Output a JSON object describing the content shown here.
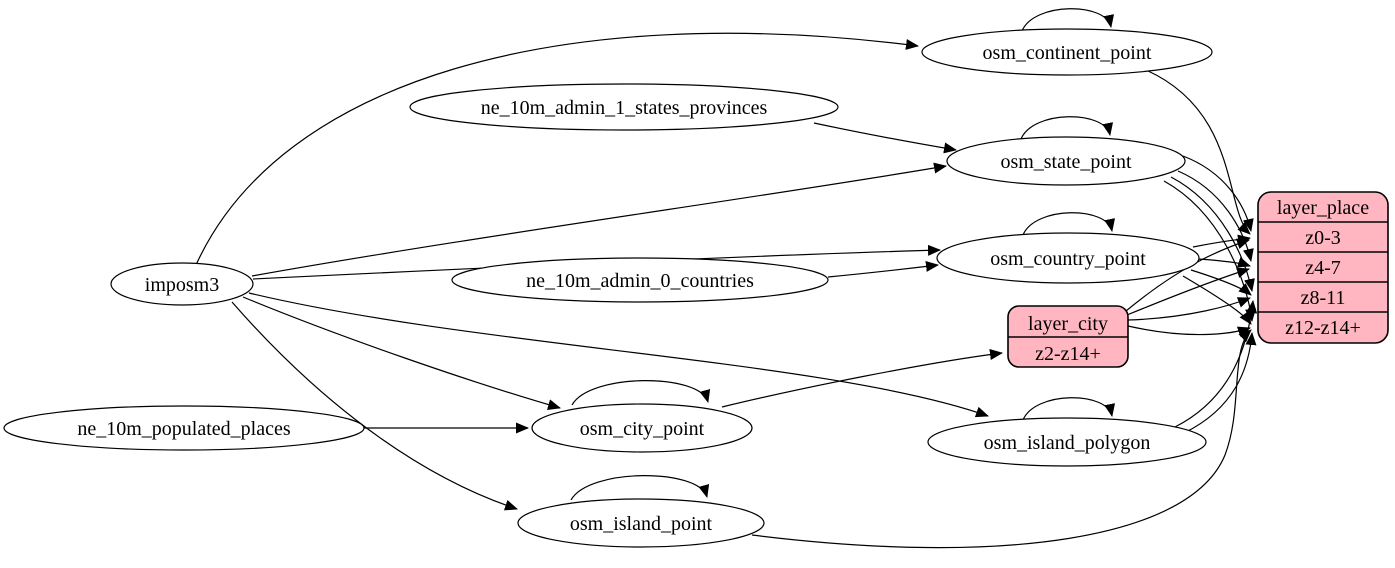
{
  "diagram_type": "graphviz-etl-graph",
  "colors": {
    "background": "#ffffff",
    "record_fill": "#ffb6c1",
    "ellipse_fill": "#ffffff",
    "edge_stroke": "#000000",
    "text": "#000000"
  },
  "nodes": {
    "imposm3": {
      "label": "imposm3",
      "shape": "ellipse"
    },
    "ne_10m_admin_1_states_provinces": {
      "label": "ne_10m_admin_1_states_provinces",
      "shape": "ellipse"
    },
    "ne_10m_admin_0_countries": {
      "label": "ne_10m_admin_0_countries",
      "shape": "ellipse"
    },
    "ne_10m_populated_places": {
      "label": "ne_10m_populated_places",
      "shape": "ellipse"
    },
    "osm_continent_point": {
      "label": "osm_continent_point",
      "shape": "ellipse"
    },
    "osm_state_point": {
      "label": "osm_state_point",
      "shape": "ellipse"
    },
    "osm_country_point": {
      "label": "osm_country_point",
      "shape": "ellipse"
    },
    "osm_city_point": {
      "label": "osm_city_point",
      "shape": "ellipse"
    },
    "osm_island_polygon": {
      "label": "osm_island_polygon",
      "shape": "ellipse"
    },
    "osm_island_point": {
      "label": "osm_island_point",
      "shape": "ellipse"
    }
  },
  "tables": {
    "layer_city": {
      "title": "layer_city",
      "rows": [
        "z2-z14+"
      ]
    },
    "layer_place": {
      "title": "layer_place",
      "rows": [
        "z0-3",
        "z4-7",
        "z8-11",
        "z12-z14+"
      ]
    }
  },
  "edges": [
    {
      "from": "imposm3",
      "to": "osm_continent_point"
    },
    {
      "from": "imposm3",
      "to": "osm_state_point"
    },
    {
      "from": "imposm3",
      "to": "osm_country_point"
    },
    {
      "from": "imposm3",
      "to": "osm_city_point"
    },
    {
      "from": "imposm3",
      "to": "osm_island_polygon"
    },
    {
      "from": "imposm3",
      "to": "osm_island_point"
    },
    {
      "from": "ne_10m_admin_1_states_provinces",
      "to": "osm_state_point"
    },
    {
      "from": "ne_10m_admin_0_countries",
      "to": "osm_country_point"
    },
    {
      "from": "ne_10m_populated_places",
      "to": "osm_city_point"
    },
    {
      "from": "osm_continent_point",
      "to": "osm_continent_point",
      "self_loop": true
    },
    {
      "from": "osm_state_point",
      "to": "osm_state_point",
      "self_loop": true
    },
    {
      "from": "osm_country_point",
      "to": "osm_country_point",
      "self_loop": true
    },
    {
      "from": "osm_city_point",
      "to": "osm_city_point",
      "self_loop": true
    },
    {
      "from": "osm_island_polygon",
      "to": "osm_island_polygon",
      "self_loop": true
    },
    {
      "from": "osm_island_point",
      "to": "osm_island_point",
      "self_loop": true
    },
    {
      "from": "osm_continent_point",
      "to": "layer_place",
      "to_port": "z0-3"
    },
    {
      "from": "osm_state_point",
      "to": "layer_place",
      "to_port": "z0-3"
    },
    {
      "from": "osm_state_point",
      "to": "layer_place",
      "to_port": "z4-7"
    },
    {
      "from": "osm_state_point",
      "to": "layer_place",
      "to_port": "z8-11"
    },
    {
      "from": "osm_state_point",
      "to": "layer_place",
      "to_port": "z12-z14+"
    },
    {
      "from": "osm_country_point",
      "to": "layer_place",
      "to_port": "z0-3"
    },
    {
      "from": "osm_country_point",
      "to": "layer_place",
      "to_port": "z4-7"
    },
    {
      "from": "osm_country_point",
      "to": "layer_place",
      "to_port": "z8-11"
    },
    {
      "from": "osm_country_point",
      "to": "layer_place",
      "to_port": "z12-z14+"
    },
    {
      "from": "osm_city_point",
      "to": "layer_city",
      "to_port": "z2-z14+"
    },
    {
      "from": "layer_city",
      "to": "layer_place",
      "to_port": "z0-3"
    },
    {
      "from": "layer_city",
      "to": "layer_place",
      "to_port": "z4-7"
    },
    {
      "from": "layer_city",
      "to": "layer_place",
      "to_port": "z8-11"
    },
    {
      "from": "layer_city",
      "to": "layer_place",
      "to_port": "z12-z14+"
    },
    {
      "from": "osm_island_polygon",
      "to": "layer_place",
      "to_port": "z8-11"
    },
    {
      "from": "osm_island_polygon",
      "to": "layer_place",
      "to_port": "z12-z14+"
    },
    {
      "from": "osm_island_point",
      "to": "layer_place",
      "to_port": "z12-z14+"
    }
  ]
}
